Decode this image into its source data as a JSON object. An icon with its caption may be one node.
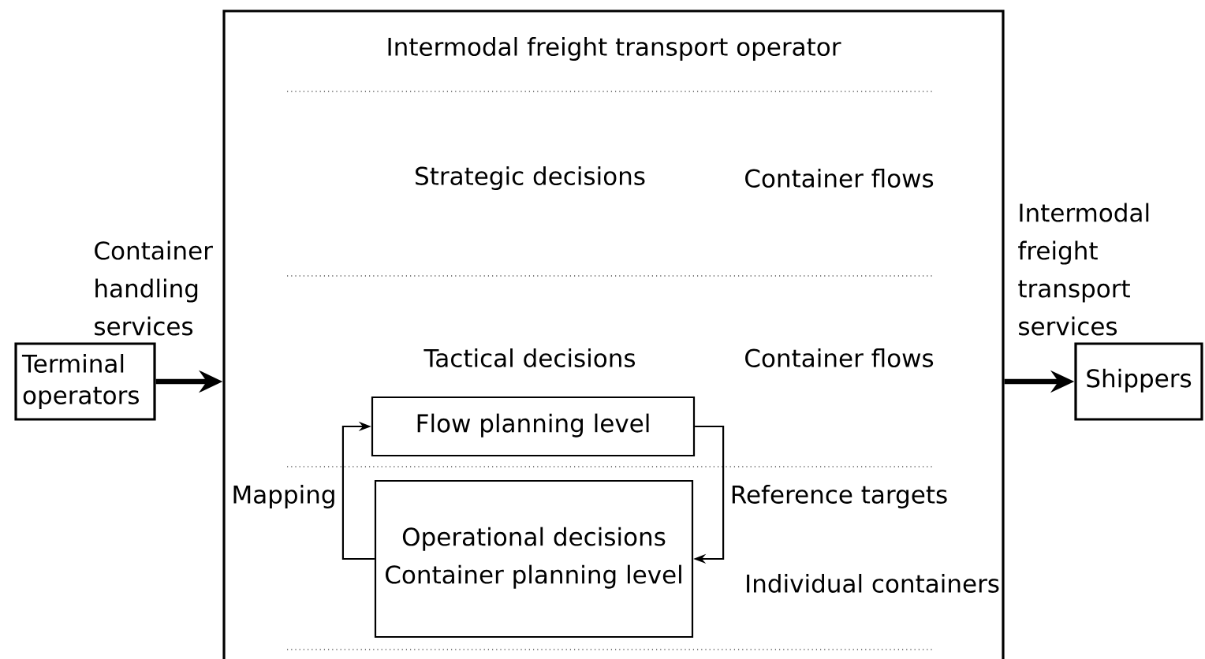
{
  "diagram": {
    "nodes": [
      {
        "text": [
          "Intermodal freight transport operator"
        ]
      },
      {
        "text": [
          "Terminal operators"
        ]
      },
      {
        "text": [
          "Shippers"
        ]
      },
      {
        "text": [
          "Flow planning level"
        ],
        "in": 0
      },
      {
        "text": [
          "Operational decisions",
          "Container planning level"
        ],
        "in": 0
      }
    ],
    "edges": [
      {
        "from": 1,
        "to": 0,
        "arrow": "to",
        "label": "Container handling services",
        "style": "thick"
      },
      {
        "from": 0,
        "to": 2,
        "arrow": "to",
        "label": "Intermodal freight transport services",
        "style": "thick"
      },
      {
        "from": 4,
        "to": 3,
        "arrow": "to",
        "label": "Mapping"
      },
      {
        "from": 3,
        "to": 4,
        "arrow": "to",
        "label": "Reference targets"
      }
    ],
    "labels": [
      "Strategic decisions",
      "Container flows",
      "Tactical decisions",
      "Container flows",
      "Individual containers"
    ]
  }
}
